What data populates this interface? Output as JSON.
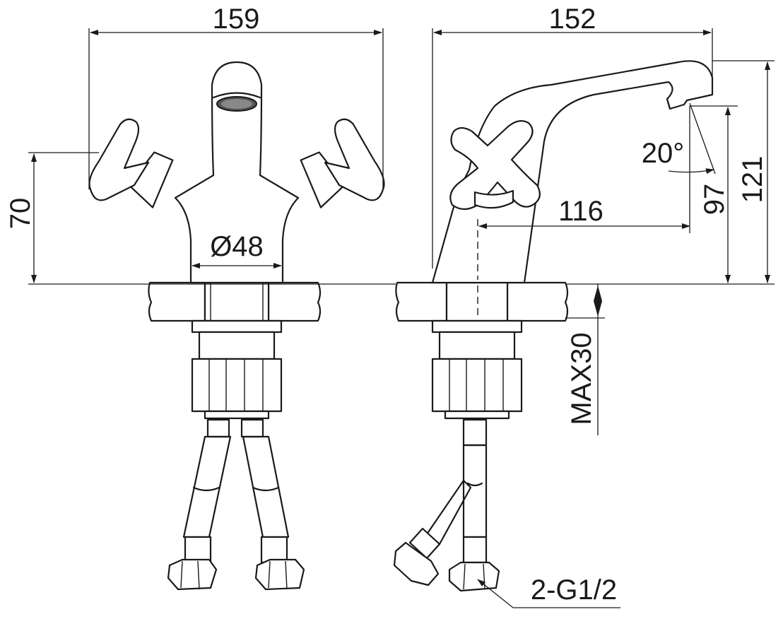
{
  "dimensions": {
    "front_width": "159",
    "side_width": "152",
    "handle_height": "70",
    "base_diameter": "Ø48",
    "spout_reach": "116",
    "spout_height": "97",
    "total_height": "121",
    "spout_angle": "20°",
    "max_deck_thickness": "MAX30",
    "connection_thread": "2-G1/2"
  }
}
